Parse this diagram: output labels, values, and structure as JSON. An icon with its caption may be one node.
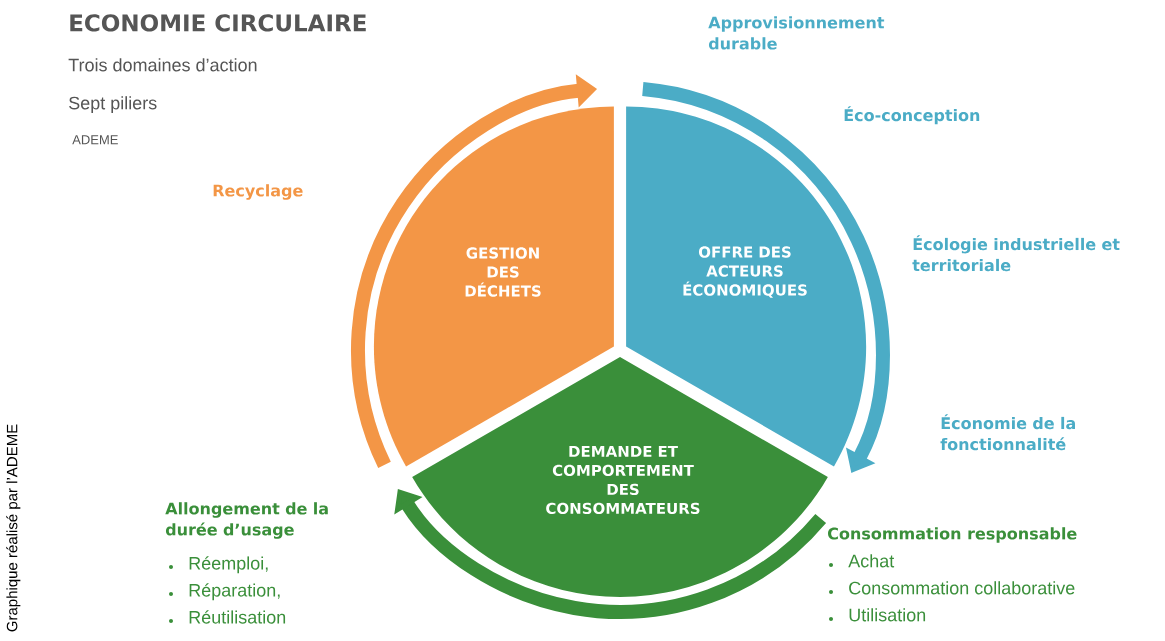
{
  "diagram": {
    "title": "ECONOMIE CIRCULAIRE",
    "nodes": [
      {
        "text": [
          "GESTION DES DÉCHETS"
        ]
      },
      {
        "text": [
          "OFFRE DES ACTEURS ÉCONOMIQUES"
        ]
      },
      {
        "text": [
          "DEMANDE ET COMPORTEMENT DES CONSOMMATEURS"
        ]
      }
    ],
    "labels": [
      "Trois domaines d’action",
      "Sept piliers",
      "ADEME",
      "Recyclage",
      "Approvisionnement durable",
      "Éco-conception",
      "Écologie industrielle et territoriale",
      "Économie de la fonctionnalité",
      "Allongement de la durée d’usage",
      "Réemploi,",
      "Réparation,",
      "Réutilisation",
      "Consommation responsable",
      "Achat",
      "Consommation collaborative",
      "Utilisation",
      "Graphique réalisé par l’ADEME"
    ]
  }
}
